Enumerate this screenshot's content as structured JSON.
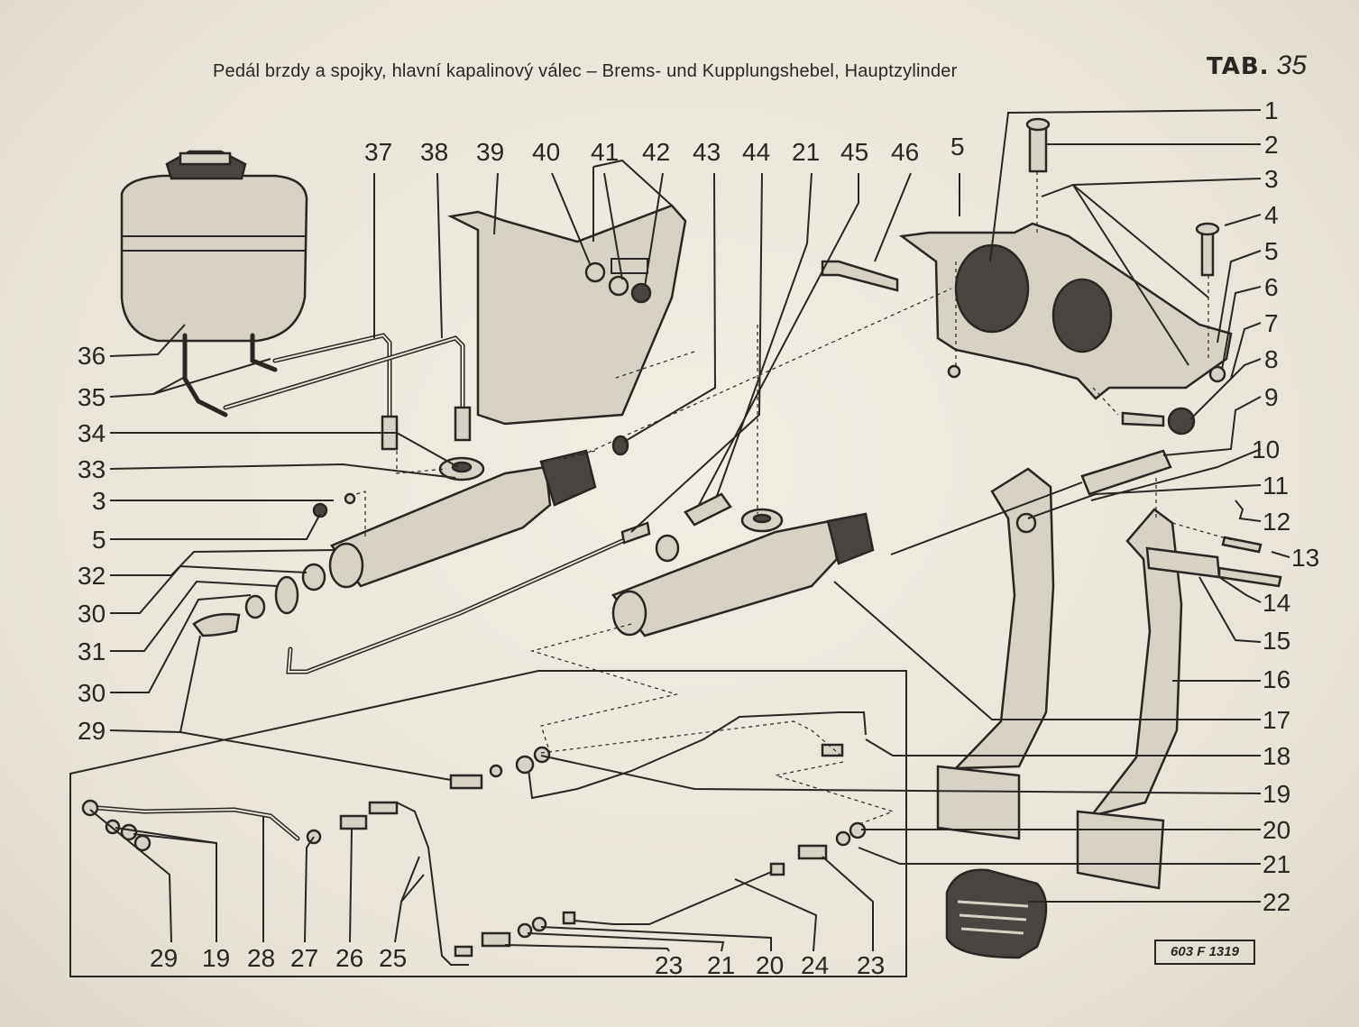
{
  "header": {
    "caption": "Pedál brzdy a spojky, hlavní kapalinový válec – Brems- und Kupplungshebel, Hauptzylinder",
    "tab_word": "TAB.",
    "tab_number": "35"
  },
  "drawing_code": "603 F 1319",
  "callouts": {
    "top": [
      "37",
      "38",
      "39",
      "40",
      "41",
      "42",
      "43",
      "44",
      "21",
      "45",
      "46",
      "5"
    ],
    "right": [
      "1",
      "2",
      "3",
      "4",
      "5",
      "6",
      "7",
      "8",
      "9",
      "10",
      "11",
      "12",
      "13",
      "14",
      "15",
      "16",
      "17",
      "18",
      "19",
      "20",
      "21",
      "22"
    ],
    "left": [
      "36",
      "35",
      "34",
      "33",
      "3",
      "5",
      "32",
      "30",
      "31",
      "30",
      "29"
    ],
    "inset_bottom": [
      "29",
      "19",
      "28",
      "27",
      "26",
      "25",
      "23",
      "21",
      "20",
      "24",
      "23"
    ]
  }
}
